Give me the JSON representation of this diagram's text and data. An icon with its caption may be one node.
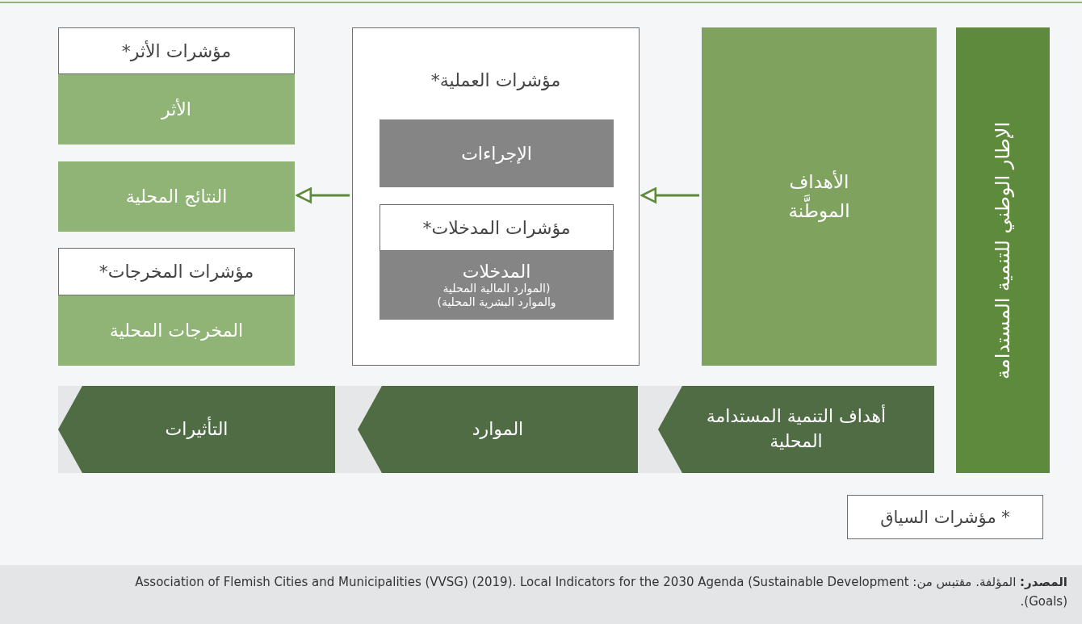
{
  "diagram": {
    "nodes": [
      {
        "text": [
          "الإطار الوطني للتنمية المستدامة"
        ]
      },
      {
        "text": [
          "الأهداف الموطَّنة"
        ]
      },
      {
        "text": [
          "مؤشرات العملية*"
        ]
      },
      {
        "text": [
          "الإجراءات"
        ],
        "in": 2
      },
      {
        "text": [
          "مؤشرات المدخلات*"
        ],
        "in": 2
      },
      {
        "text": [
          "المدخلات",
          "(الموارد المالية المحلية والموارد البشرية المحلية)"
        ],
        "in": 2
      },
      {
        "text": [
          "مؤشرات الأثر*"
        ]
      },
      {
        "text": [
          "الأثر"
        ]
      },
      {
        "text": [
          "النتائج المحلية"
        ]
      },
      {
        "text": [
          "مؤشرات المخرجات*"
        ]
      },
      {
        "text": [
          "المخرجات المحلية"
        ]
      },
      {
        "text": [],
        "shape": "bar"
      },
      {
        "text": [
          "أهداف التنمية المستدامة المحلية"
        ],
        "in": 11
      },
      {
        "text": [
          "الموارد"
        ],
        "in": 11
      },
      {
        "text": [
          "التأثيرات"
        ],
        "in": 11
      },
      {
        "text": [
          "* مؤشرات السياق"
        ]
      }
    ],
    "edges": [
      {
        "from": 1,
        "to": 2,
        "arrow": "to"
      },
      {
        "from": 2,
        "to": 8,
        "arrow": "to"
      }
    ],
    "labels": [
      "**المصدر:** المؤلفة. مقتبس من: Association of Flemish Cities and Municipalities (VVSG) (2019). Local Indicators for the 2030 Agenda (Sustainable Development Goals))."
    ]
  }
}
